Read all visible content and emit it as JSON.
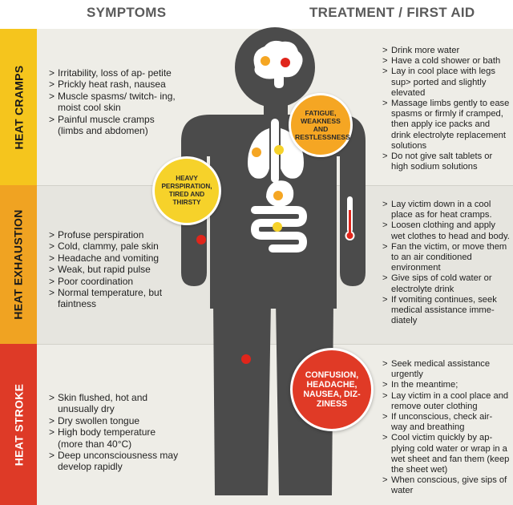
{
  "headers": {
    "symptoms": "SYMPTOMS",
    "treatment": "TREATMENT / FIRST AID"
  },
  "sections": [
    {
      "name": "HEAT CRAMPS",
      "color": "#f5c51d",
      "symptoms": [
        "Irritability, loss of ap- petite",
        "Prickly heat rash, nausea",
        "Muscle spasms/ twitch- ing, moist cool skin",
        "Painful muscle cramps (limbs and abdomen)"
      ],
      "treatment": [
        "Drink more water",
        "Have a cold shower or bath",
        "Lay in cool place with legs sup> ported and slightly elevated",
        "Massage limbs gently to ease spasms or firmly if cramped, then apply ice packs and drink electrolyte replacement solutions",
        "Do not give salt tablets or high sodium solutions"
      ]
    },
    {
      "name": "HEAT EXHAUSTION",
      "color": "#f0a322",
      "symptoms": [
        "Profuse perspiration",
        "Cold, clammy, pale skin",
        "Headache and vomiting",
        "Weak, but rapid pulse",
        "Poor coordination",
        "Normal temperature, but faintness"
      ],
      "treatment": [
        "Lay victim down in a cool place as for heat cramps.",
        "Loosen clothing and apply wet clothes to head and body.",
        "Fan the victim, or move them to an air conditioned environment",
        "Give sips of cold water or electrolyte drink",
        "If vomiting continues, seek medical assistance imme- diately"
      ]
    },
    {
      "name": "HEAT STROKE",
      "color": "#de3a27",
      "symptoms": [
        "Skin flushed, hot and unusually dry",
        "Dry swollen tongue",
        "High body temperature (more than 40°C)",
        "Deep unconsciousness may develop rapidly"
      ],
      "treatment": [
        "Seek medical assistance urgently",
        "In the meantime;",
        "Lay victim in a cool place and remove outer clothing",
        "If unconscious, check air- way and breathing",
        "Cool victim quickly by ap- plying cold water or wrap in a wet sheet and fan them (keep the sheet wet)",
        "When conscious, give sips of water"
      ]
    }
  ],
  "bubbles": {
    "fatigue": "FATIGUE, WEAKNESS AND RESTLESSNESS",
    "perspiration": "HEAVY PERSPIRATION, TIRED AND THIRSTY",
    "confusion": "CONFUSION, HEADACHE, NAUSEA, DIZ- ZINESS"
  },
  "colors": {
    "figure": "#4b4b4b",
    "organs": "#ffffff",
    "dot_red": "#e0251b",
    "dot_orange": "#f5a623",
    "dot_yellow": "#f6d22a"
  }
}
